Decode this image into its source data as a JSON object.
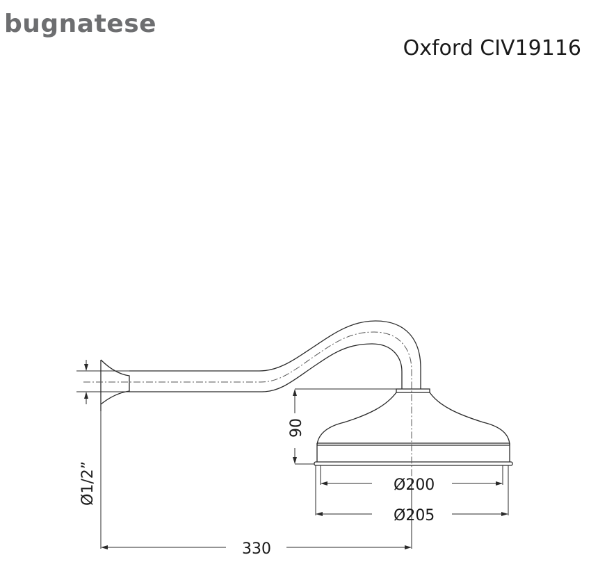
{
  "header": {
    "brand": "bugnatese",
    "model": "Oxford CIV19116"
  },
  "drawing": {
    "subject": "shower arm with shower head",
    "line_color": "#2a2a2a",
    "dimensions": {
      "thread": "Ø1/2”",
      "projection": "330",
      "head_height": "90",
      "inner_diameter": "Ø200",
      "outer_diameter": "Ø205"
    }
  }
}
